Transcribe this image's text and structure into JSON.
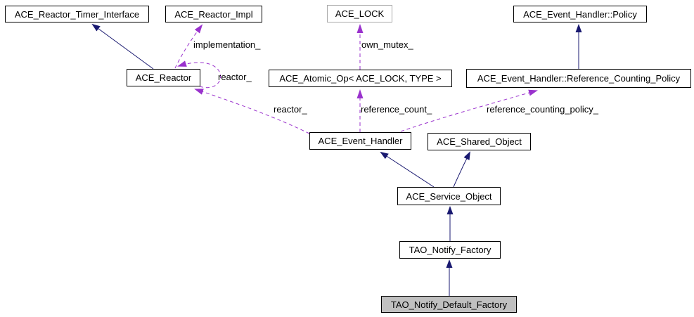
{
  "diagram_type": "class-collaboration-diagram",
  "colors": {
    "background": "#ffffff",
    "inheritance_edge": "#191970",
    "usage_edge": "#9a32cd",
    "node_border": "#000000",
    "template_node_border": "#a9a9a9",
    "selected_node_fill": "#c0c0c0",
    "text": "#000000"
  },
  "nodes": [
    {
      "id": "ace-reactor-timer-interface",
      "label": "ACE_Reactor_Timer_Interface"
    },
    {
      "id": "ace-reactor-impl",
      "label": "ACE_Reactor_Impl"
    },
    {
      "id": "ace-lock",
      "label": "ACE_LOCK"
    },
    {
      "id": "ace-event-handler-policy",
      "label": "ACE_Event_Handler::Policy"
    },
    {
      "id": "ace-reactor",
      "label": "ACE_Reactor"
    },
    {
      "id": "ace-atomic-op",
      "label": "ACE_Atomic_Op< ACE_LOCK, TYPE >"
    },
    {
      "id": "ace-event-handler-reference-counting-policy",
      "label": "ACE_Event_Handler::Reference_Counting_Policy"
    },
    {
      "id": "ace-event-handler",
      "label": "ACE_Event_Handler"
    },
    {
      "id": "ace-shared-object",
      "label": "ACE_Shared_Object"
    },
    {
      "id": "ace-service-object",
      "label": "ACE_Service_Object"
    },
    {
      "id": "tao-notify-factory",
      "label": "TAO_Notify_Factory"
    },
    {
      "id": "tao-notify-default-factory",
      "label": "TAO_Notify_Default_Factory"
    }
  ],
  "edge_labels": [
    {
      "id": "implementation",
      "text": "implementation_"
    },
    {
      "id": "own-mutex",
      "text": "own_mutex_"
    },
    {
      "id": "reactor-self",
      "text": "reactor_"
    },
    {
      "id": "reactor",
      "text": "reactor_"
    },
    {
      "id": "reference-count",
      "text": "reference_count_"
    },
    {
      "id": "reference-counting-policy",
      "text": "reference_counting_policy_"
    }
  ]
}
